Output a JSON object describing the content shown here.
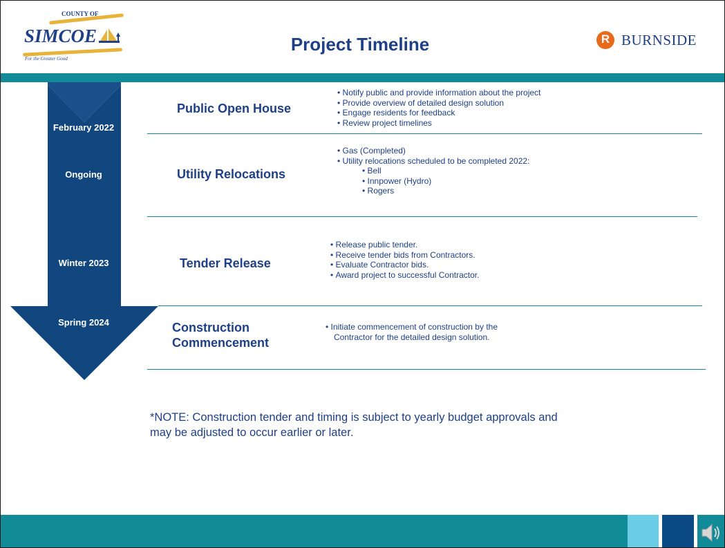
{
  "header": {
    "title": "Project Timeline",
    "simcoe_logo": {
      "county": "COUNTY OF",
      "name": "SIMCOE",
      "tagline": "For the Greater Good"
    },
    "burnside_logo": {
      "mark": "R",
      "name": "BURNSIDE"
    }
  },
  "timeline": {
    "dates": [
      "February 2022",
      "Ongoing",
      "Winter 2023",
      "Spring 2024"
    ]
  },
  "rows": [
    {
      "title": "Public Open House",
      "bullets": [
        "Notify public and provide information about the project",
        "Provide overview of detailed design solution",
        "Engage residents for feedback",
        "Review project timelines"
      ]
    },
    {
      "title": "Utility Relocations",
      "bullets": [
        "Gas (Completed)",
        "Utility relocations scheduled to be completed 2022:"
      ],
      "sub_bullets": [
        "Bell",
        "Innpower (Hydro)",
        "Rogers"
      ]
    },
    {
      "title": "Tender Release",
      "bullets": [
        "Release public tender.",
        "Receive tender bids from Contractors.",
        "Evaluate Contractor bids.",
        "Award project to successful Contractor."
      ]
    },
    {
      "title_line1": "Construction",
      "title_line2": "Commencement",
      "bullets_line1": "Initiate commencement of construction by the",
      "bullets_line2": "Contractor for the detailed design solution."
    }
  ],
  "note": "*NOTE: Construction tender and timing is subject to yearly budget approvals and may be adjusted to occur earlier or later.",
  "colors": {
    "navy": "#1f3f86",
    "arrow": "#12467f",
    "teal": "#108b97",
    "light_blue": "#6bcde6",
    "orange": "#e86a1c",
    "gold": "#e8b33a"
  },
  "footer": {
    "icon": "speaker-icon"
  }
}
